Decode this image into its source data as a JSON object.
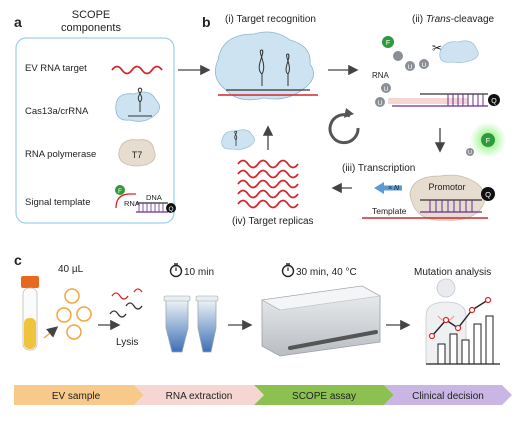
{
  "panel_a": {
    "letter": "a",
    "title_line1": "SCOPE",
    "title_line2": "components",
    "items": [
      "EV RNA target",
      "Cas13a/crRNA",
      "RNA polymerase",
      "Signal template"
    ],
    "polymerase_label": "T7",
    "template_rna": "RNA",
    "template_dna": "DNA",
    "fluor": "F",
    "quencher": "Q"
  },
  "panel_b": {
    "letter": "b",
    "step1": "(i) Target recognition",
    "step2_prefix": "(ii) ",
    "step2_italic": "Trans",
    "step2_suffix": "-cleavage",
    "step3": "(iii) Transcription",
    "step4": "(iv) Target replicas",
    "rna": "RNA",
    "uracil": "U",
    "fluor": "F",
    "quencher": "Q",
    "promotor": "Promotor",
    "template": "Template",
    "times_n": "× N"
  },
  "panel_c": {
    "letter": "c",
    "volume": "40 µL",
    "time1": "10 min",
    "time2": "30 min, 40 °C",
    "analysis": "Mutation analysis",
    "lysis": "Lysis",
    "stages": [
      "EV sample",
      "RNA extraction",
      "SCOPE assay",
      "Clinical decision"
    ],
    "stage_colors": [
      "#f7c98a",
      "#f6d6d2",
      "#8cc152",
      "#c9b6e4"
    ]
  }
}
